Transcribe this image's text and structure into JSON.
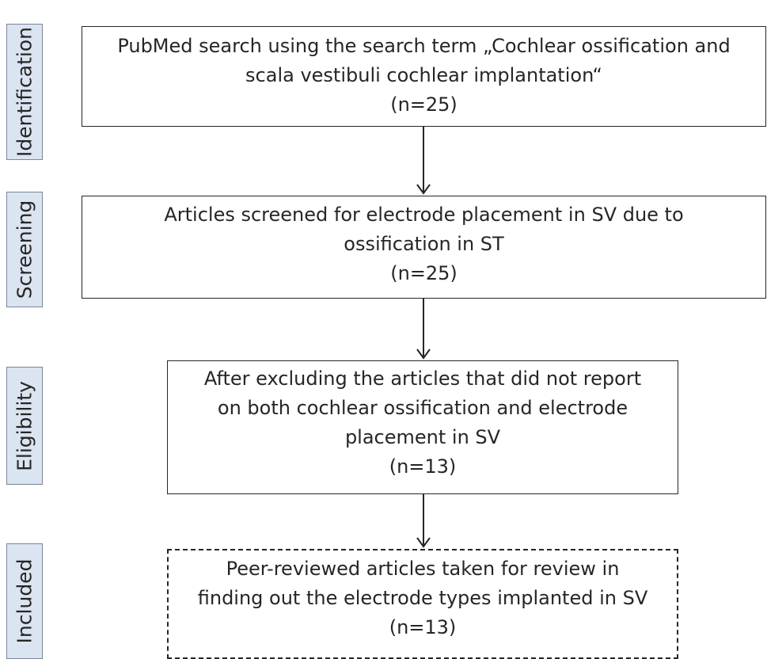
{
  "stages": {
    "identification": "Identification",
    "screening": "Screening",
    "eligibility": "Eligibility",
    "included": "Included"
  },
  "boxes": {
    "identification": {
      "line1": "PubMed search using the search term „Cochlear ossification and",
      "line2": "scala vestibuli cochlear implantation“",
      "count": "(n=25)"
    },
    "screening": {
      "line1": "Articles screened for electrode placement in SV due to",
      "line2": "ossification in ST",
      "count": "(n=25)"
    },
    "eligibility": {
      "line1": "After excluding the articles  that did not report",
      "line2": "on both cochlear ossification and electrode",
      "line3": "placement in SV",
      "count": "(n=13)"
    },
    "included": {
      "line1": "Peer-reviewed articles taken for review in",
      "line2": "finding out the electrode types implanted in SV",
      "count": "(n=13)"
    }
  }
}
